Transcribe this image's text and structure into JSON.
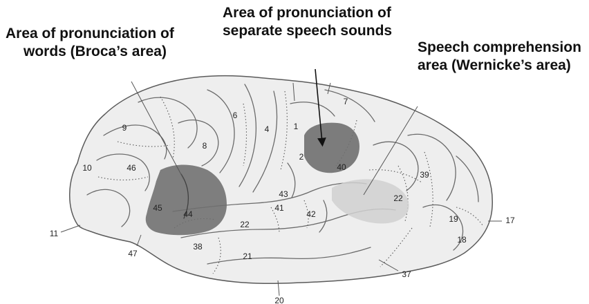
{
  "labels": {
    "broca": {
      "line1": "Area of pronunciation of",
      "line2": "words (Broca’s area)"
    },
    "sounds": {
      "line1": "Area of pronunciation of",
      "line2": "separate speech sounds"
    },
    "wernicke": {
      "line1": "Speech comprehension",
      "line2": "area (Wernicke’s area)"
    }
  },
  "areas": {
    "a1": "1",
    "a2": "2",
    "a4": "4",
    "a6": "6",
    "a7": "7",
    "a8": "8",
    "a9": "9",
    "a10": "10",
    "a11": "11",
    "a17": "17",
    "a18": "18",
    "a19": "19",
    "a20": "20",
    "a21": "21",
    "a22a": "22",
    "a22b": "22",
    "a37": "37",
    "a38": "38",
    "a39": "39",
    "a40": "40",
    "a41": "41",
    "a42": "42",
    "a43": "43",
    "a44": "44",
    "a45": "45",
    "a46": "46",
    "a47": "47"
  },
  "colors": {
    "brain_fill": "#eeeeee",
    "broca_region": "#6e6e6e",
    "sounds_region": "#6f6f6f",
    "wernicke_region": "#d0d0d0"
  }
}
